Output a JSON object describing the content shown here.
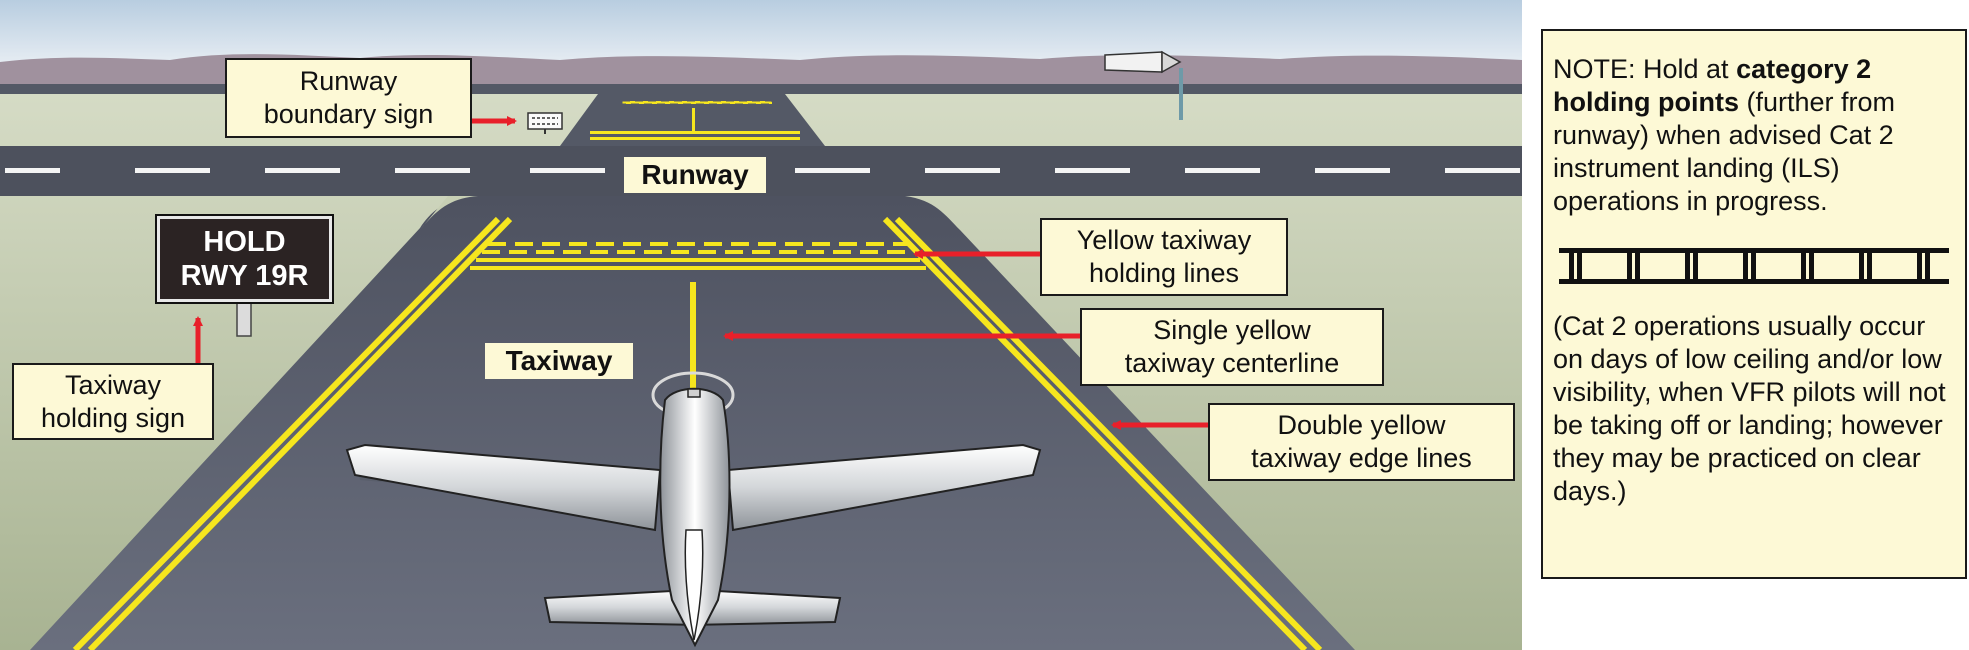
{
  "places": {
    "runway": "Runway",
    "taxiway": "Taxiway"
  },
  "hold_sign": {
    "line1": "HOLD",
    "line2": "RWY 19R"
  },
  "callouts": {
    "runway_boundary_sign": [
      "Runway",
      "boundary sign"
    ],
    "taxiway_holding_sign": [
      "Taxiway",
      "holding sign"
    ],
    "yellow_taxiway_holding_lines": [
      "Yellow taxiway",
      "holding lines"
    ],
    "single_yellow_centerline": [
      "Single yellow",
      "taxiway centerline"
    ],
    "double_yellow_edge_lines": [
      "Double yellow",
      "taxiway edge lines"
    ]
  },
  "note": {
    "prefix": "NOTE: Hold at ",
    "bold": "category 2 holding points",
    "suffix": " (further from runway) when advised Cat 2 instrument landing (ILS) operations in progress.",
    "secondary": "(Cat 2 operations usually occur on days of low ceiling and/or low visibility, when VFR pilots will not be taking off or landing; however they may be practiced on clear days.)"
  },
  "colors": {
    "sky_top": "#b8cde0",
    "sky_bottom": "#f2f5f8",
    "hills": "#a0919e",
    "grass": "#b9c3a3",
    "asphalt": "#545966",
    "yellow_marking": "#f6e61e",
    "arrow_red": "#e8202a",
    "label_fill": "#fdf9d6"
  }
}
